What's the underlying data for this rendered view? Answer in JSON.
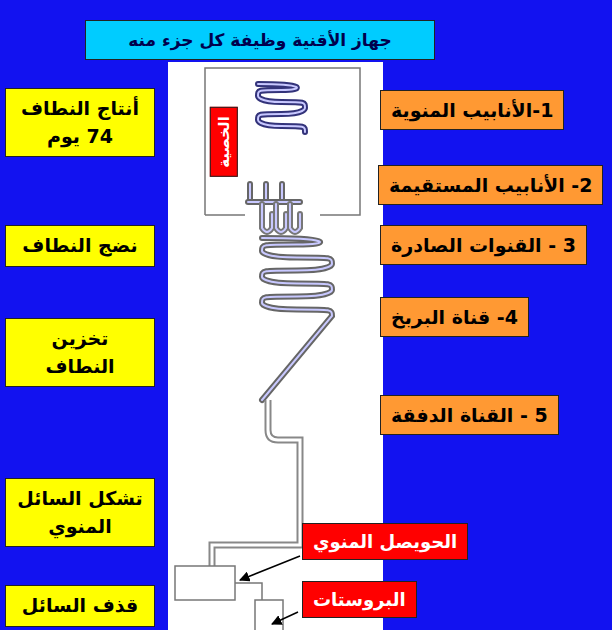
{
  "diagram": {
    "title": "جهاز الأقنية  وظيفة كل جزء منه",
    "nodes": [
      {
        "text": [
          "أنتاج النطاف 74 يوم"
        ]
      },
      {
        "text": [
          "1-الأنابيب المنوية"
        ]
      },
      {
        "text": [
          "الخصية"
        ]
      },
      {
        "text": [
          "2- الأنابيب المستقيمة"
        ]
      },
      {
        "text": [
          "نضج النطاف"
        ]
      },
      {
        "text": [
          "3 - القنوات الصادرة"
        ]
      },
      {
        "text": [
          "تخزين النطاف"
        ]
      },
      {
        "text": [
          "4-  قناة البربخ"
        ]
      },
      {
        "text": [
          "5 - القناة الدفقة"
        ]
      },
      {
        "text": [
          "تشكل السائل المنوي"
        ]
      },
      {
        "text": [
          "الحويصل المنوي"
        ]
      },
      {
        "text": [
          "البروستات"
        ]
      },
      {
        "text": [
          "قذف السائل"
        ]
      }
    ]
  }
}
